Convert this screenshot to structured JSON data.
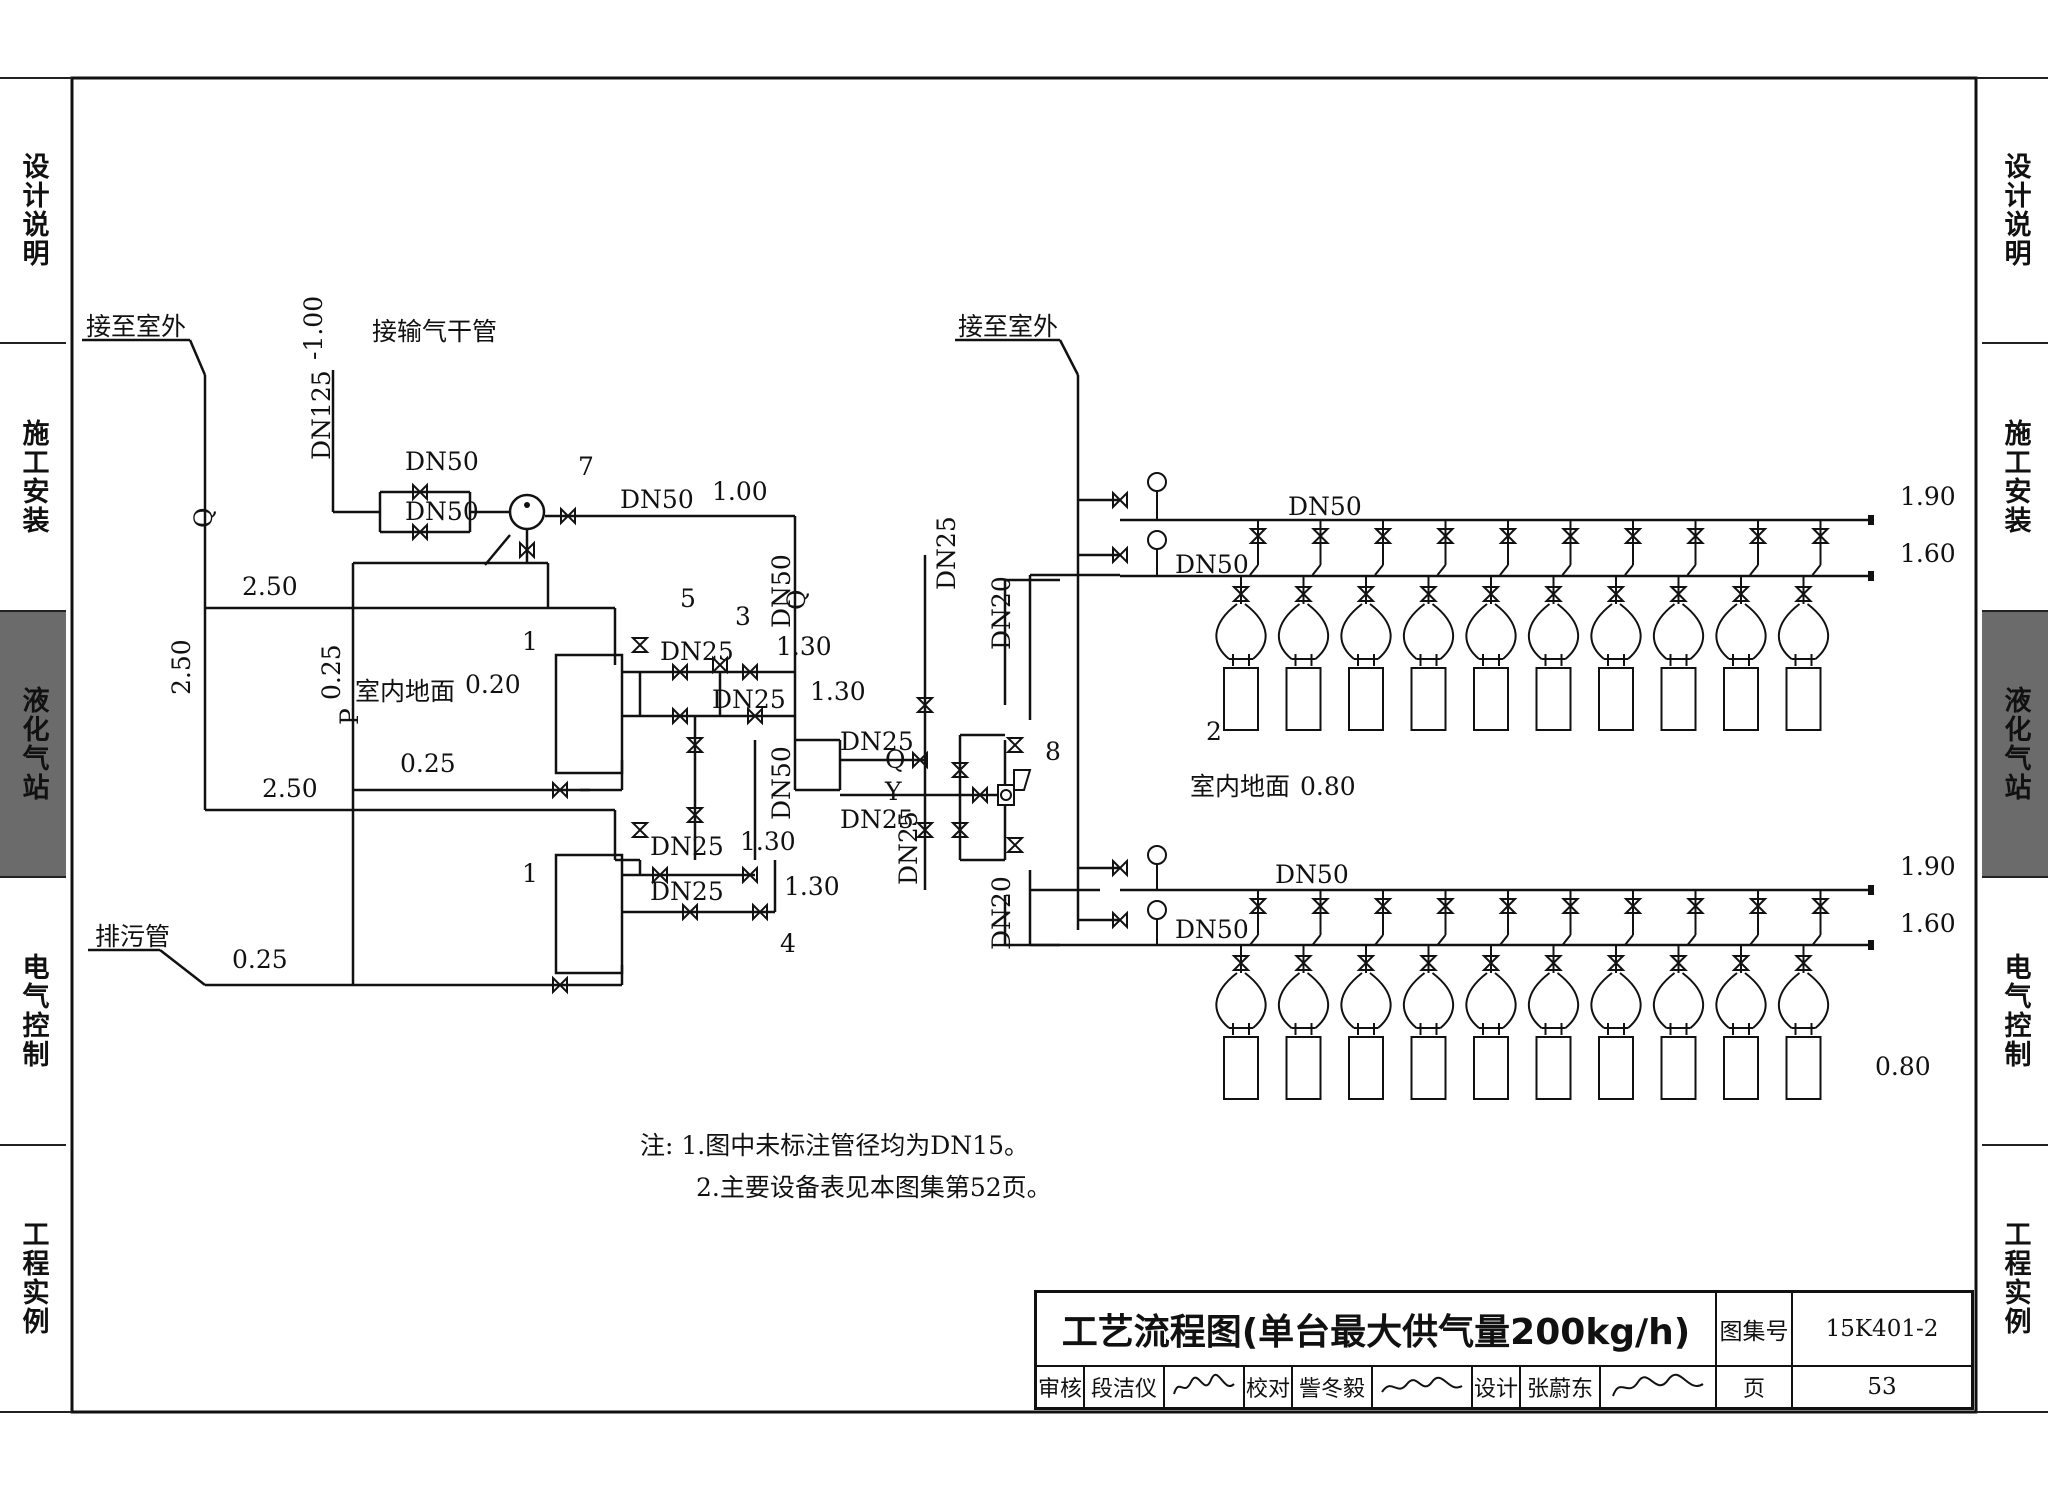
{
  "side_nav": {
    "items": [
      {
        "label": "设计说明",
        "active": false
      },
      {
        "label": "施工安装",
        "active": false
      },
      {
        "label": "液化气站",
        "active": true
      },
      {
        "label": "电气控制",
        "active": false
      },
      {
        "label": "工程实例",
        "active": false
      }
    ]
  },
  "diagram": {
    "labels": {
      "outdoor_left": "接至室外",
      "outdoor_right": "接至室外",
      "trunk": "接输气干管",
      "drain": "排污管",
      "floor_left": "室内地面",
      "floor_right": "室内地面",
      "elev_trunk": "-1.00",
      "dn125": "DN125",
      "dn50": "DN50",
      "dn25": "DN25",
      "dn20": "DN20",
      "q": "Q",
      "y": "Y",
      "p": "P",
      "e100": "1.00",
      "e130": "1.30",
      "e250": "2.50",
      "e025": "0.25",
      "e020": "0.20",
      "e080": "0.80",
      "e190": "1.90",
      "e160": "1.60",
      "n1": "1",
      "n2": "2",
      "n3": "3",
      "n4": "4",
      "n5": "5",
      "n7": "7",
      "n8": "8"
    },
    "colors": {
      "line": "#111111",
      "active_tab": "#6b6b6b"
    }
  },
  "notes": {
    "prefix": "注:",
    "items": [
      "1.图中未标注管径均为DN15。",
      "2.主要设备表见本图集第52页。"
    ]
  },
  "title_block": {
    "title": "工艺流程图(单台最大供气量200kg/h)",
    "atlas_label": "图集号",
    "atlas_no": "15K401-2",
    "review_label": "审核",
    "reviewer": "段洁仪",
    "check_label": "校对",
    "checker": "訾冬毅",
    "design_label": "设计",
    "designer": "张蔚东",
    "page_label": "页",
    "page_no": "53"
  }
}
